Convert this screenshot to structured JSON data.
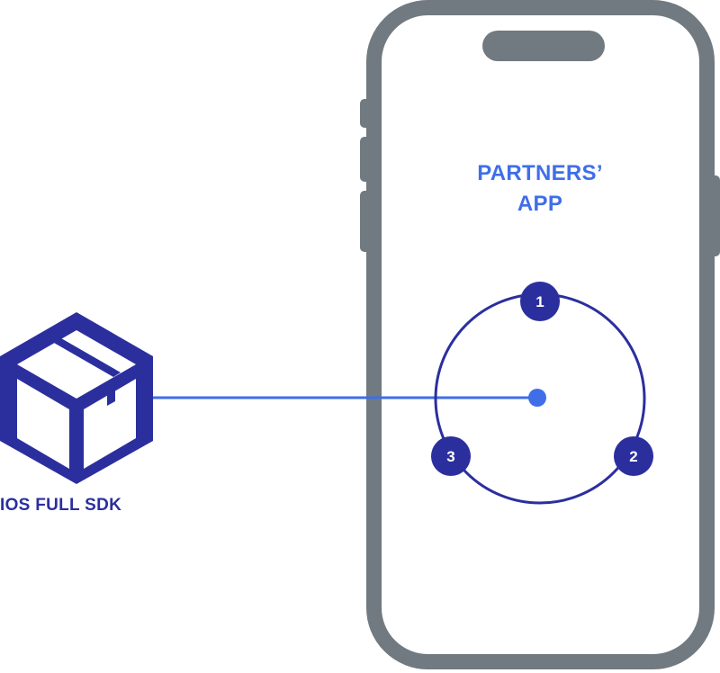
{
  "app": {
    "title_line1": "PARTNERS’",
    "title_line2": "APP"
  },
  "sdk": {
    "label": "IOS FULL SDK",
    "icon": "package-box-icon"
  },
  "steps": [
    {
      "number": "1"
    },
    {
      "number": "2"
    },
    {
      "number": "3"
    }
  ],
  "colors": {
    "phone_frame": "#707a80",
    "app_title": "#3f6ee8",
    "primary_dark": "#2b2f9e",
    "connector": "#3f6ee8",
    "background": "#ffffff"
  }
}
